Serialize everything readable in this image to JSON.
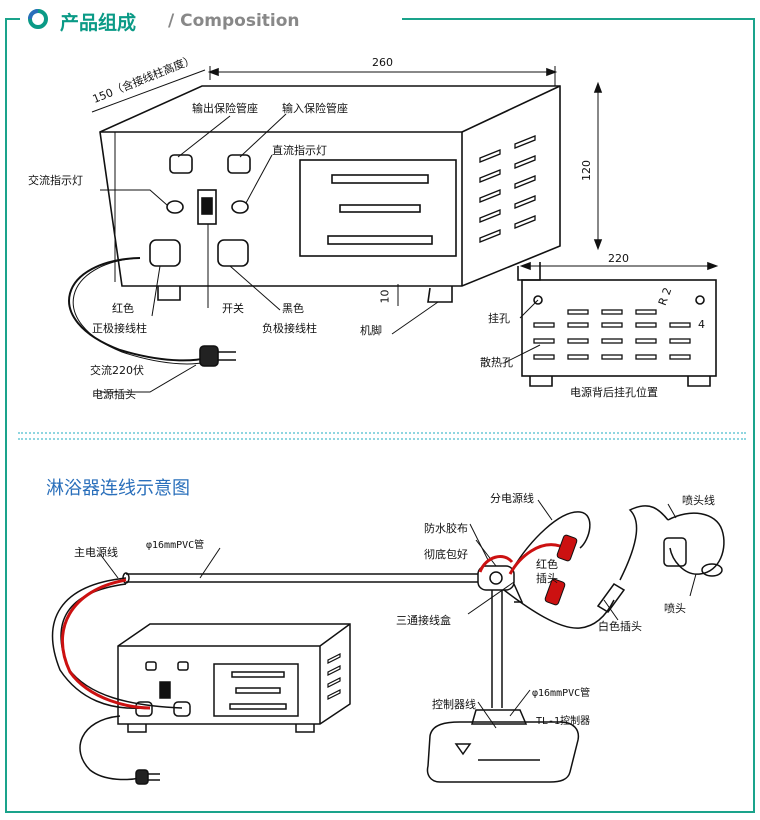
{
  "header": {
    "title": "产品组成",
    "subtitle": "/ Composition"
  },
  "section2": {
    "title": "淋浴器连线示意图"
  },
  "top": {
    "dim_width": "260",
    "dim_depth": "150（含接线柱高度）",
    "dim_height": "120",
    "dim_back_width": "220",
    "dim_foot": "10",
    "dim_r2": "R 2",
    "dim_4": "4",
    "labels": {
      "output_fuse": "输出保险管座",
      "input_fuse": "输入保险管座",
      "dc_light": "直流指示灯",
      "ac_light": "交流指示灯",
      "red": "红色",
      "positive": "正极接线柱",
      "switch": "开关",
      "black": "黑色",
      "negative": "负极接线柱",
      "foot": "机脚",
      "ac220": "交流220伏",
      "plug": "电源插头",
      "hang_hole": "挂孔",
      "vent": "散热孔",
      "back_caption": "电源背后挂孔位置"
    }
  },
  "bottom": {
    "labels": {
      "main_cable": "主电源线",
      "pvc_top": "φ16mmPVC管",
      "branch_cable": "分电源线",
      "tape": "防水胶布",
      "wrap": "彻底包好",
      "red_plug_1": "红色",
      "red_plug_2": "插头",
      "junction": "三通接线盒",
      "white_plug": "白色插头",
      "head_cable": "喷头线",
      "head": "喷头",
      "controller_cable": "控制器线",
      "pvc_bottom": "φ16mmPVC管",
      "controller": "TL-1控制器"
    }
  },
  "colors": {
    "accent": "#0a9a86",
    "frame_green": "#1aa38b",
    "section_blue": "#2a6fbb",
    "wire_red": "#cc1111"
  }
}
